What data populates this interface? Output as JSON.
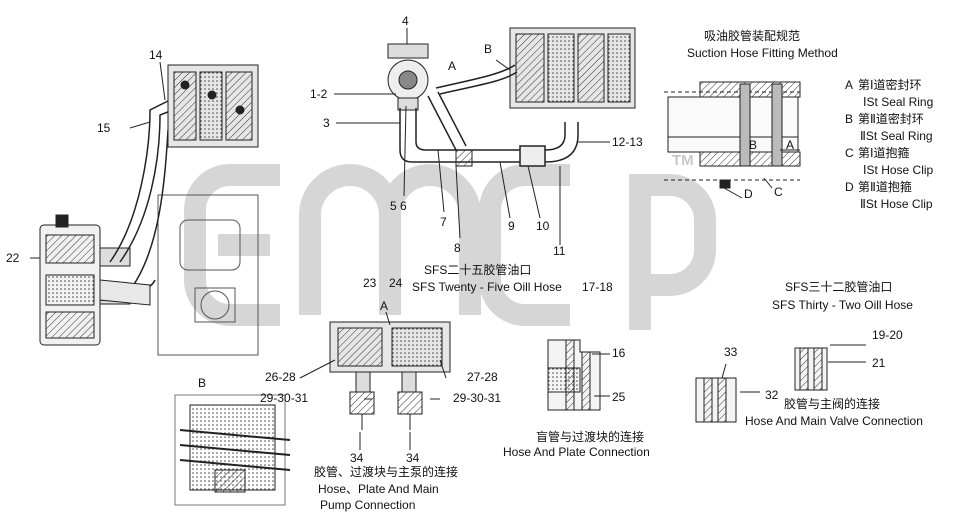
{
  "watermark": {
    "tm": "TM"
  },
  "callouts": {
    "c1_2": "1-2",
    "c3": "3",
    "c4": "4",
    "c5_6": "5 6",
    "c7": "7",
    "c8": "8",
    "c9": "9",
    "c10": "10",
    "c11": "11",
    "c12_13": "12-13",
    "c14": "14",
    "c15": "15",
    "c16": "16",
    "c17_18": "17-18",
    "c19_20": "19-20",
    "c21": "21",
    "c22": "22",
    "c23": "23",
    "c24": "24",
    "c25": "25",
    "c26_28": "26-28",
    "c27_28": "27-28",
    "c29_31_left": "29-30-31",
    "c29_31_right": "29-30-31",
    "c32": "32",
    "c33": "33",
    "c34_left": "34",
    "c34_right": "34",
    "letter_a_top": "A",
    "letter_b_top": "B",
    "letter_a_mid": "A",
    "letter_b_detail": "B"
  },
  "suction_method": {
    "title_cn": "吸油胶管装配规范",
    "title_en": "Suction Hose Fitting Method",
    "legend": [
      {
        "key": "A",
        "cn": "第Ⅰ道密封环",
        "en": "ⅠSt Seal Ring"
      },
      {
        "key": "B",
        "cn": "第Ⅱ道密封环",
        "en": "ⅡSt Seal Ring"
      },
      {
        "key": "C",
        "cn": "第Ⅰ道抱箍",
        "en": "ⅠSt Hose Clip"
      },
      {
        "key": "D",
        "cn": "第Ⅱ道抱箍",
        "en": "ⅡSt Hose Clip"
      }
    ],
    "section_labels": {
      "a": "A",
      "b": "B",
      "c": "C",
      "d": "D"
    }
  },
  "sfs25": {
    "cn": "SFS二十五胶管油口",
    "en": "SFS Twenty - Five Oill Hose"
  },
  "sfs32": {
    "cn": "SFS三十二胶管油口",
    "en": "SFS Thirty - Two Oill Hose"
  },
  "captions": {
    "pump_cn": "胶管、过渡块与主泵的连接",
    "pump_en1": "Hose、Plate And Main",
    "pump_en2": "Pump Connection",
    "plate_cn": "盲管与过渡块的连接",
    "plate_en": "Hose And Plate Connection",
    "valve_cn": "胶管与主阀的连接",
    "valve_en": "Hose And Main Valve  Connection"
  }
}
